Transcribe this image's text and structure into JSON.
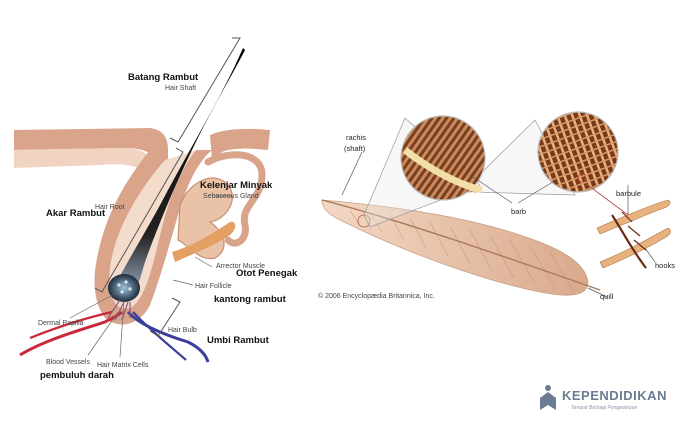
{
  "hair": {
    "batang_rambut": "Batang Rambut",
    "hair_shaft": "Hair Shaft",
    "kelenjar_minyak": "Kelenjar Minyak",
    "sebaceous_gland": "Sebaceous Gland",
    "akar_rambut": "Akar Rambut",
    "hair_root": "Hair Root",
    "arrector_muscle": "Arrector Muscle",
    "otot_penegak": "Otot Penegak",
    "hair_follicle": "Hair Follicle",
    "kantong_rambut": "kantong rambut",
    "hair_bulb": "Hair Bulb",
    "umbi_rambut": "Umbi Rambut",
    "dermal_papilla": "Dermal Papilla",
    "blood_vessels": "Blood Vessels",
    "hair_matrix_cells": "Hair Matrix Cells",
    "pembuluh_darah": "pembuluh darah"
  },
  "feather": {
    "rachis": "rachis",
    "shaft": "(shaft)",
    "barb": "barb",
    "barbule": "barbule",
    "hooks": "hooks",
    "quill": "quill",
    "copyright": "© 2006 Encyclopædia Britannica, Inc."
  },
  "watermark": {
    "brand": "KEPENDIDIKAN",
    "tagline": "Tempat Berbagi Pengetahuan"
  },
  "colors": {
    "skin": "#d9a48a",
    "skin_light": "#f1d3c2",
    "hair": "#111111",
    "artery": "#c8283a",
    "vein": "#3a3e9a",
    "feather": "#e7c2a6",
    "brand": "#6b7b94"
  }
}
